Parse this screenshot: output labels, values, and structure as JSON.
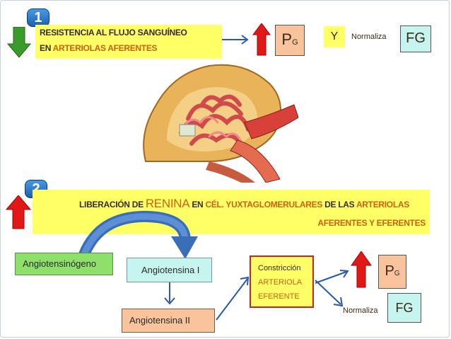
{
  "step1": {
    "badge": "1",
    "line1": "RESISTENCIA AL FLUJO SANGUÍNEO",
    "line2_prefix": "EN",
    "line2_highlight": "ARTERIOLAS AFERENTES",
    "pg_label": "P",
    "pg_sub": "G",
    "conjunction": "Y",
    "normaliza": "Normaliza",
    "fg": "FG"
  },
  "step2": {
    "badge": "2",
    "t1": "LIBERACIÓN DE",
    "t2": "RENINA",
    "t3": "EN",
    "t4": "CÉL. YUXTAGLOMERULARES",
    "t5": "DE LAS",
    "t6": "ARTERIOLAS",
    "line2": "AFERENTES Y EFERENTES"
  },
  "flow": {
    "angiotensinogeno": "Angiotensinógeno",
    "angiotensina1": "Angiotensina I",
    "angiotensina2": "Angiotensina II",
    "constriccion": "Constricción",
    "arteriola": "ARTERIOLA",
    "eferente": "EFERENTE",
    "pg_label": "P",
    "pg_sub": "G",
    "normaliza": "Normaliza",
    "fg": "FG"
  },
  "colors": {
    "yellow": "#ffff66",
    "red_arrow": "#e01818",
    "green_arrow": "#3a9a2a",
    "blue_arrow": "#2a5aa8",
    "orange_text": "#d06010",
    "peach_box": "#f9c39b",
    "cyan_box": "#c6f5ef",
    "green_box": "#8ee06a"
  }
}
